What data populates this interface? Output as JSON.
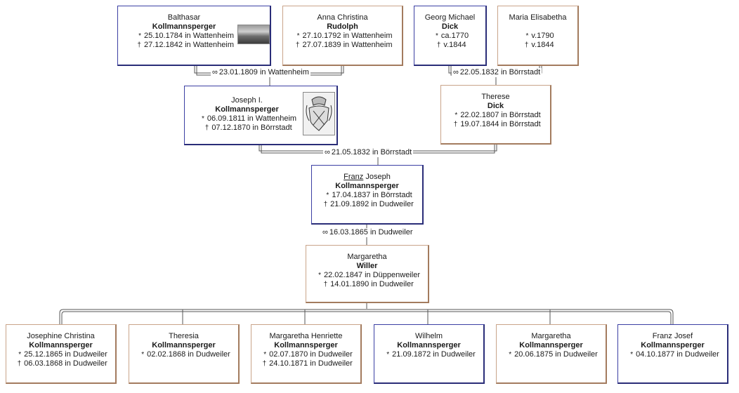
{
  "symbols": {
    "birth": "*",
    "death": "†",
    "marriage": "∞"
  },
  "people": {
    "balthasar": {
      "given": "Balthasar",
      "surname": "Kollmannsperger",
      "birth": "25.10.1784 in Wattenheim",
      "death": "27.12.1842 in Wattenheim"
    },
    "anna": {
      "given": "Anna Christina",
      "surname": "Rudolph",
      "birth": "27.10.1792 in Wattenheim",
      "death": "27.07.1839 in Wattenheim"
    },
    "georg": {
      "given": "Georg Michael",
      "surname": "Dick",
      "birth": "ca.1770",
      "death": "v.1844"
    },
    "maria": {
      "given": "Maria Elisabetha",
      "birth": "v.1790",
      "death": "v.1844"
    },
    "joseph": {
      "given": "Joseph I.",
      "surname": "Kollmannsperger",
      "birth": "06.09.1811 in Wattenheim",
      "death": "07.12.1870 in Börrstadt"
    },
    "therese": {
      "given": "Therese",
      "surname": "Dick",
      "birth": "22.02.1807 in Börrstadt",
      "death": "19.07.1844 in Börrstadt"
    },
    "franz": {
      "given_underlined": "Franz",
      "given_rest": " Joseph",
      "surname": "Kollmannsperger",
      "birth": "17.04.1837 in Börrstadt",
      "death": "21.09.1892 in Dudweiler"
    },
    "margaretha_w": {
      "given": "Margaretha",
      "surname": "Willer",
      "birth": "22.02.1847 in Düppenweiler",
      "death": "14.01.1890 in Dudweiler"
    },
    "josephine": {
      "given": "Josephine Christina",
      "surname": "Kollmannsperger",
      "birth": "25.12.1865 in Dudweiler",
      "death": "06.03.1868 in Dudweiler"
    },
    "theresia": {
      "given": "Theresia",
      "surname": "Kollmannsperger",
      "birth": "02.02.1868 in Dudweiler"
    },
    "marg_henriette": {
      "given": "Margaretha Henriette",
      "surname": "Kollmannsperger",
      "birth": "02.07.1870 in Dudweiler",
      "death": "24.10.1871 in Dudweiler"
    },
    "wilhelm": {
      "given": "Wilhelm",
      "surname": "Kollmannsperger",
      "birth": "21.09.1872 in Dudweiler"
    },
    "margaretha_k": {
      "given": "Margaretha",
      "surname": "Kollmannsperger",
      "birth": "20.06.1875 in Dudweiler"
    },
    "franz_josef": {
      "given": "Franz Josef",
      "surname": "Kollmannsperger",
      "birth": "04.10.1877 in Dudweiler"
    }
  },
  "marriages": {
    "m1": "23.01.1809 in Wattenheim",
    "m2": "22.05.1832 in Börrstadt",
    "m3": "21.05.1832 in Börrstadt",
    "m4": "16.03.1865 in Dudweiler"
  },
  "colors": {
    "male_border": "#3b3fa3",
    "female_border": "#c9a48a",
    "line": "#555555"
  }
}
